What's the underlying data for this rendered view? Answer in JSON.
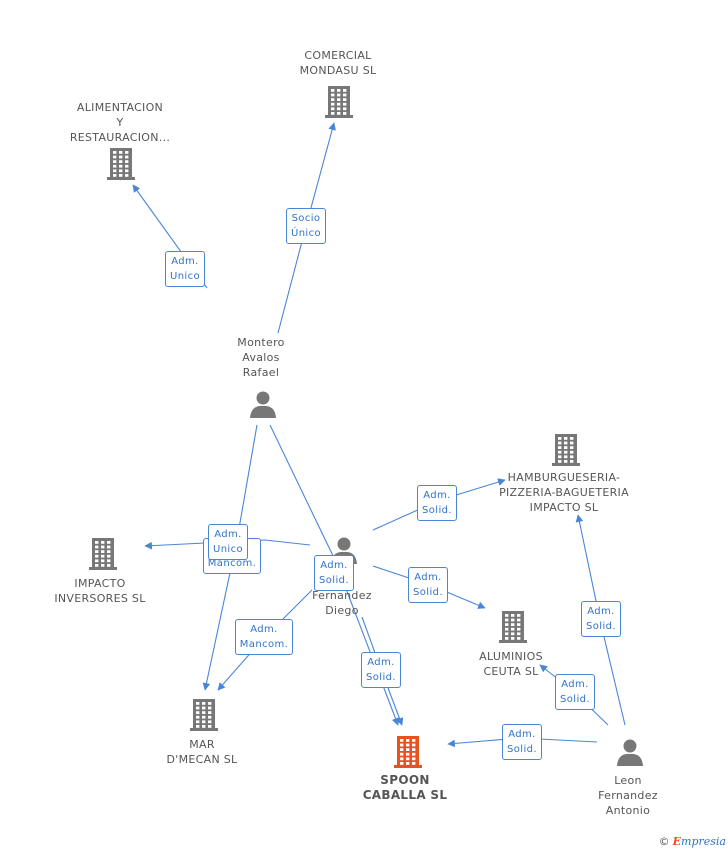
{
  "colors": {
    "edge": "#4a86d6",
    "company": "#777777",
    "main_company": "#e6531d",
    "person": "#777777"
  },
  "nodes": {
    "alimentacion": {
      "label": "ALIMENTACION\nY\nRESTAURACION...",
      "icon": "building-icon"
    },
    "comercial": {
      "label": "COMERCIAL\nMONDASU SL",
      "icon": "building-icon"
    },
    "montero": {
      "label": "Montero\nAvalos\nRafael",
      "icon": "person-icon"
    },
    "impacto_inv": {
      "label": "IMPACTO\nINVERSORES SL",
      "icon": "building-icon"
    },
    "fernandez": {
      "label": "Fernandez\nDiego",
      "icon": "person-icon"
    },
    "hamburgueseria": {
      "label": "HAMBURGUESERIA-\nPIZZERIA-BAGUETERIA\nIMPACTO SL",
      "icon": "building-icon"
    },
    "aluminios": {
      "label": "ALUMINIOS\nCEUTA SL",
      "icon": "building-icon"
    },
    "mar": {
      "label": "MAR\nD'MECAN SL",
      "icon": "building-icon"
    },
    "spoon": {
      "label": "SPOON\nCABALLA SL",
      "icon": "building-icon"
    },
    "leon": {
      "label": "Leon\nFernandez\nAntonio",
      "icon": "person-icon"
    }
  },
  "edges": [
    {
      "from": "montero",
      "to": "alimentacion",
      "label": "Adm.\nUnico"
    },
    {
      "from": "montero",
      "to": "comercial",
      "label": "Socio\nÚnico"
    },
    {
      "from": "fernandez",
      "to": "impacto_inv",
      "label": "Adm.\nMancom."
    },
    {
      "from": "montero",
      "to": "mar",
      "label": "Adm.\nUnico"
    },
    {
      "from": "montero",
      "to": "spoon",
      "label": "Adm.\nSolid."
    },
    {
      "from": "fernandez",
      "to": "hamburgueseria",
      "label": "Adm.\nSolid."
    },
    {
      "from": "fernandez",
      "to": "aluminios",
      "label": "Adm.\nSolid."
    },
    {
      "from": "fernandez",
      "to": "mar",
      "label": "Adm.\nMancom."
    },
    {
      "from": "fernandez",
      "to": "spoon",
      "label": "Adm.\nSolid."
    },
    {
      "from": "leon",
      "to": "hamburgueseria",
      "label": "Adm.\nSolid."
    },
    {
      "from": "leon",
      "to": "aluminios",
      "label": "Adm.\nSolid."
    },
    {
      "from": "leon",
      "to": "spoon",
      "label": "Adm.\nSolid."
    }
  ],
  "brand": {
    "copyright": "©",
    "initial": "E",
    "rest": "mpresia"
  }
}
